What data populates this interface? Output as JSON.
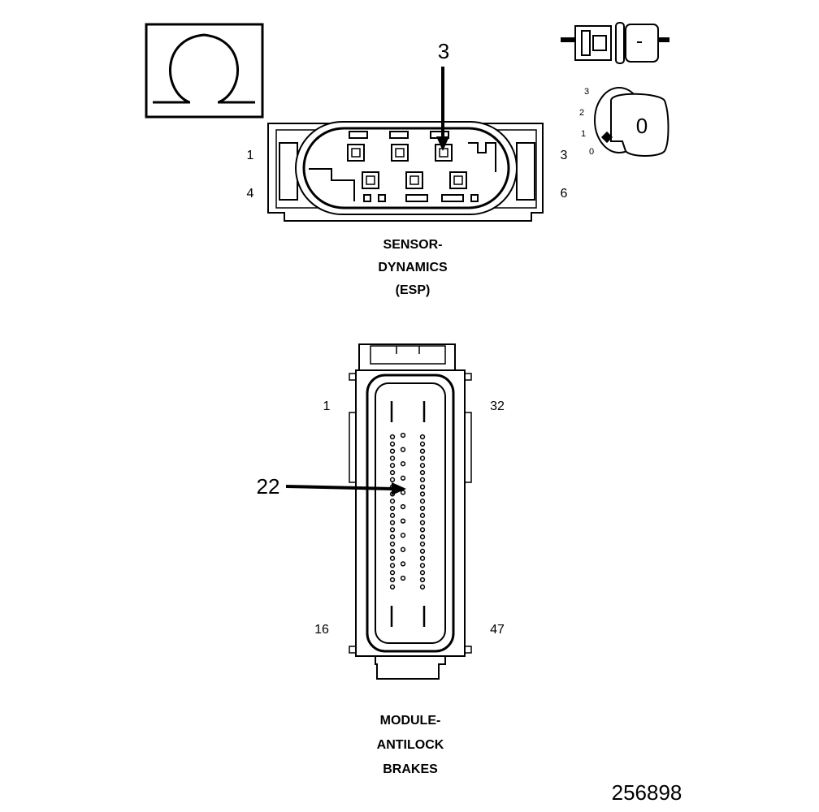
{
  "esp_connector": {
    "pin_tl": "1",
    "pin_bl": "4",
    "pin_tr": "3",
    "pin_br": "6",
    "callout": "3",
    "caption": [
      "SENSOR-",
      "DYNAMICS",
      "(ESP)"
    ]
  },
  "ignition_positions": [
    "3",
    "2",
    "1",
    "0"
  ],
  "key_symbol": "0",
  "abs_connector": {
    "pin_tl": "1",
    "pin_tr": "32",
    "pin_bl": "16",
    "pin_br": "47",
    "callout": "22",
    "caption": [
      "MODULE-",
      "ANTILOCK",
      "BRAKES"
    ]
  },
  "figure_number": "256898"
}
